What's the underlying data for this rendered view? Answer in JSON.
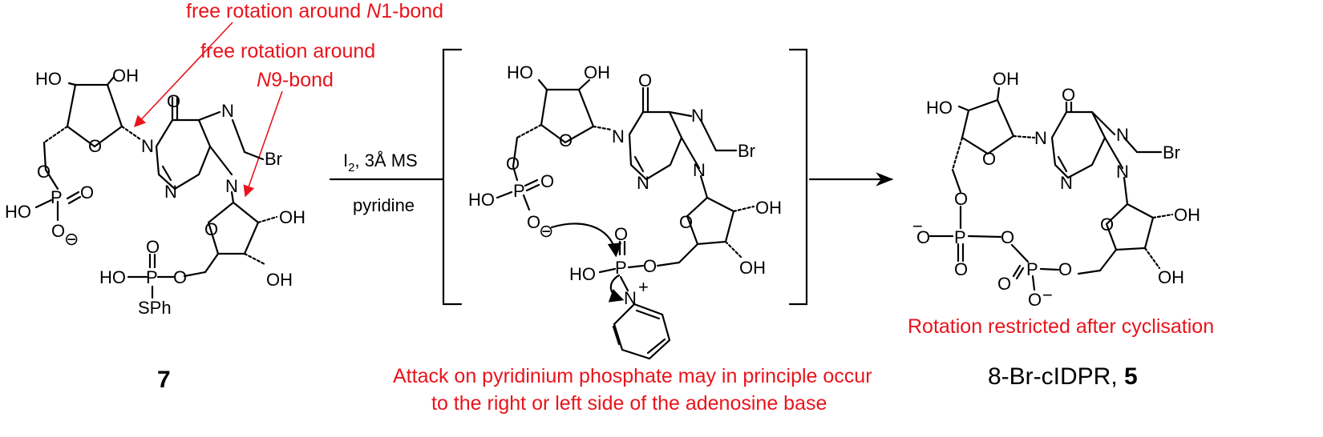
{
  "annotations": {
    "n1_rotation_prefix": "free rotation around ",
    "n1_rotation_italic": "N",
    "n1_rotation_suffix": "1-bond",
    "n9_rotation_line1": "free rotation around",
    "n9_rotation_italic": "N",
    "n9_rotation_suffix": "9-bond",
    "attack_line1": "Attack on pyridinium phosphate may in principle occur",
    "attack_line2": "to the right or left side of the adenosine base",
    "rotation_restricted": "Rotation restricted after cyclisation"
  },
  "conditions": {
    "reagent_i": "I",
    "reagent_sub": "2",
    "reagent_rest": ", 3Å MS",
    "solvent": "pyridine"
  },
  "compounds": {
    "start_label": "7",
    "product_name": "8-Br-cIDPR, ",
    "product_number": "5"
  },
  "atoms": {
    "ho": "HO",
    "oh": "OH",
    "o": "O",
    "n": "N",
    "p": "P",
    "br": "Br",
    "sph": "SPh",
    "minus": "−",
    "plus": "+",
    "circled_minus": "⊖"
  },
  "colors": {
    "annotation": "#e8141c",
    "structure": "#000000"
  }
}
